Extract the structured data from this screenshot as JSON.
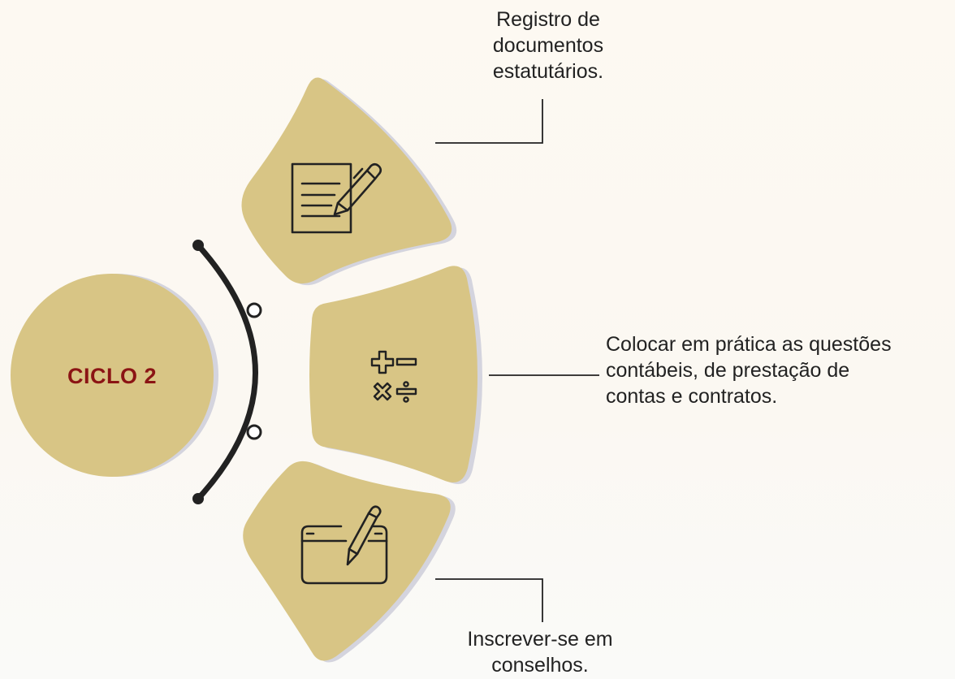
{
  "center": {
    "title": "CICLO 2"
  },
  "steps": [
    {
      "icon": "document-pen-icon",
      "lines": [
        "Registro de",
        "documentos",
        "estatutários."
      ]
    },
    {
      "icon": "math-operators-icon",
      "lines": [
        "Colocar em prática as questões",
        "contábeis, de prestação de",
        "contas e contratos."
      ]
    },
    {
      "icon": "window-pencil-icon",
      "lines": [
        "Inscrever-se em",
        "conselhos."
      ]
    }
  ],
  "colors": {
    "petal_fill": "#d8c585",
    "petal_shadow": "#d4d4de",
    "circle_fill": "#d8c585",
    "title_color": "#8b1414",
    "line_color": "#222222",
    "arc_color": "#222222"
  }
}
